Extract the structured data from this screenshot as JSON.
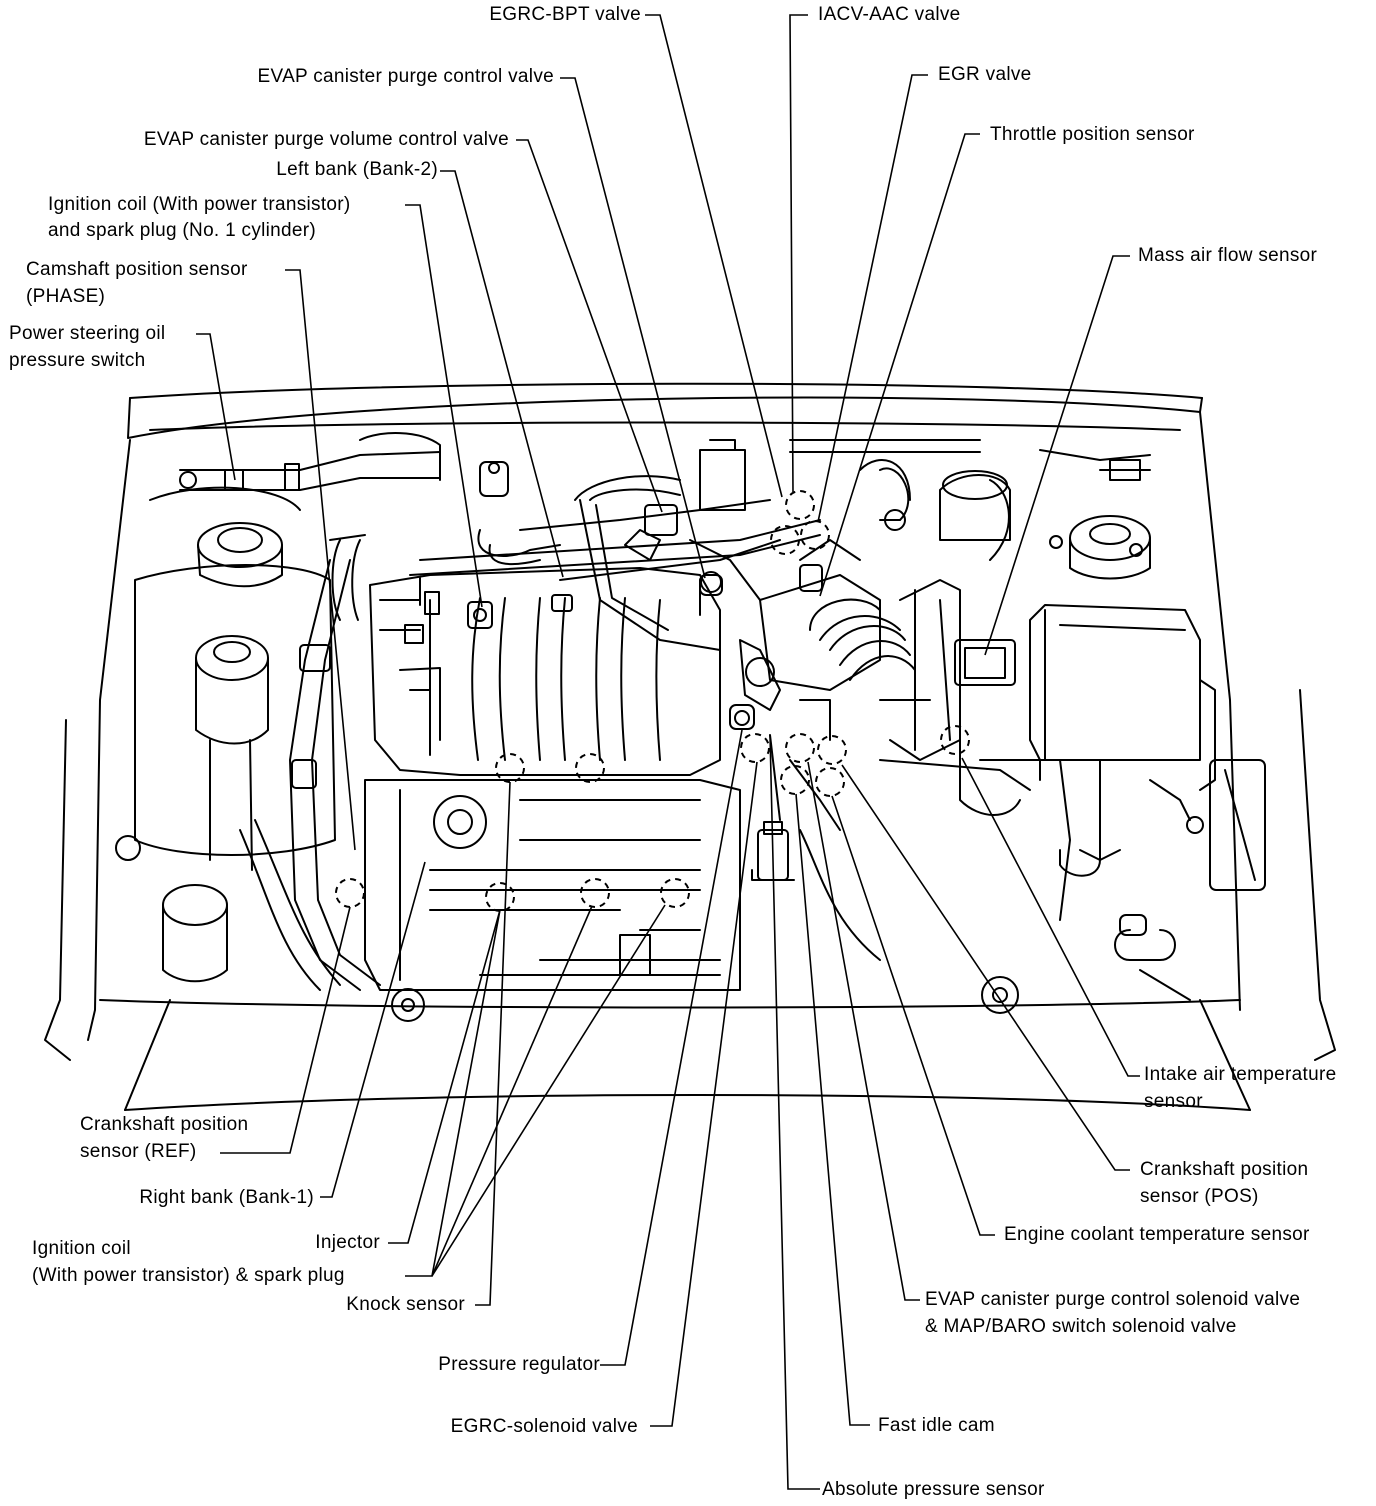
{
  "labels": {
    "egrc_bpt_valve": "EGRC-BPT valve",
    "iacv_aac_valve": "IACV-AAC valve",
    "evap_purge_control_valve": "EVAP canister purge control valve",
    "egr_valve": "EGR valve",
    "evap_purge_volume_control_valve": "EVAP canister purge volume control valve",
    "throttle_position_sensor": "Throttle position sensor",
    "left_bank": "Left bank (Bank-2)",
    "ignition_coil_no1_line1": "Ignition coil (With power transistor)",
    "ignition_coil_no1_line2": "and spark plug (No. 1 cylinder)",
    "mass_air_flow_sensor": "Mass air flow sensor",
    "camshaft_position_sensor_line1": "Camshaft position sensor",
    "camshaft_position_sensor_line2": "(PHASE)",
    "power_steering_switch_line1": "Power steering oil",
    "power_steering_switch_line2": "pressure switch",
    "intake_air_temp_sensor_line1": "Intake air temperature",
    "intake_air_temp_sensor_line2": "sensor",
    "crankshaft_ref_line1": "Crankshaft position",
    "crankshaft_ref_line2": "sensor (REF)",
    "crankshaft_pos_line1": "Crankshaft position",
    "crankshaft_pos_line2": "sensor (POS)",
    "right_bank": "Right bank (Bank-1)",
    "engine_coolant_temp_sensor": "Engine coolant temperature sensor",
    "injector": "Injector",
    "ignition_coil_line1": "Ignition coil",
    "ignition_coil_line2": "(With power transistor) & spark plug",
    "knock_sensor": "Knock sensor",
    "evap_solenoid_line1": "EVAP canister purge control solenoid valve",
    "evap_solenoid_line2": "& MAP/BARO switch solenoid valve",
    "pressure_regulator": "Pressure regulator",
    "egrc_solenoid_valve": "EGRC-solenoid valve",
    "fast_idle_cam": "Fast idle cam",
    "absolute_pressure_sensor": "Absolute pressure sensor"
  }
}
